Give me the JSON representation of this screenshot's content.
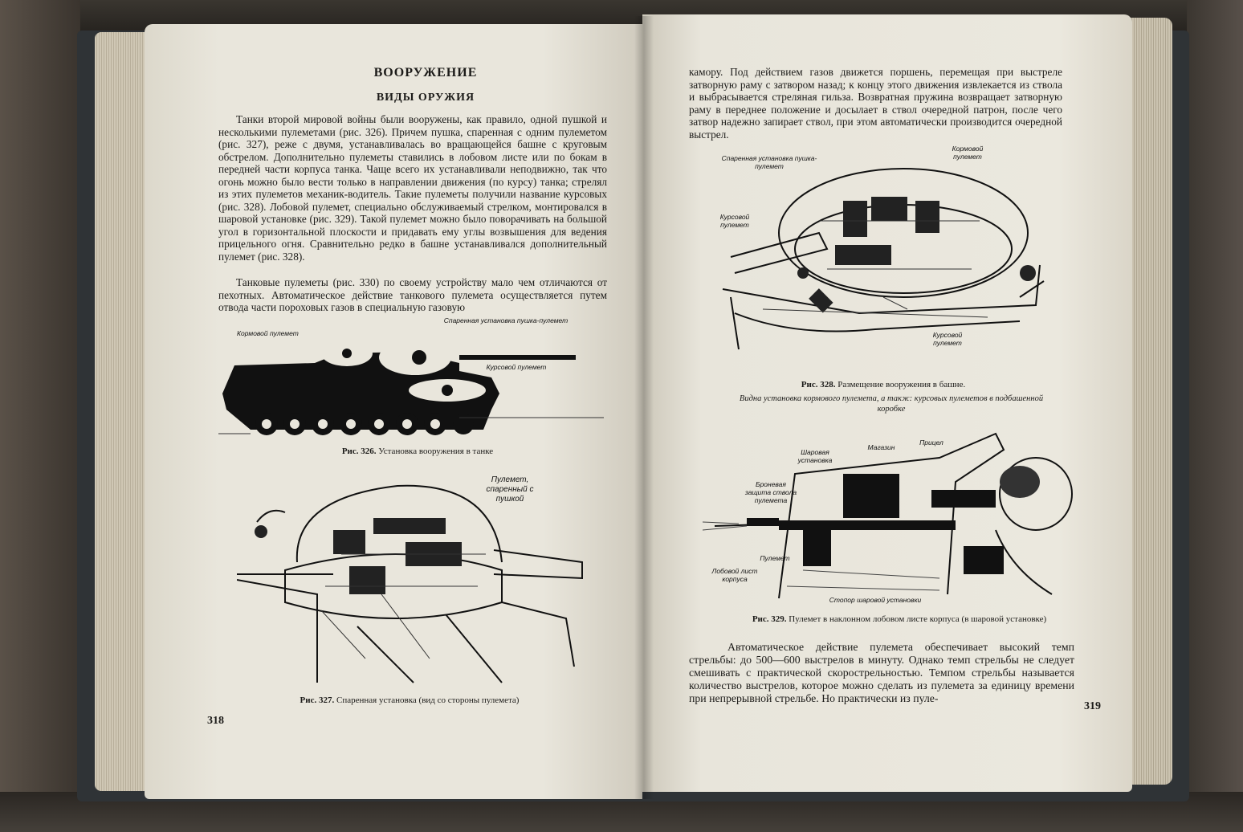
{
  "left_page": {
    "heading": "ВООРУЖЕНИЕ",
    "subheading": "ВИДЫ ОРУЖИЯ",
    "paragraph1": "Танки второй мировой войны были вооружены, как правило, одной пушкой и несколькими пулеметами (рис. 326). Причем пушка, спаренная с одним пулеметом (рис. 327), реже с двумя, устанавливалась во вращающейся башне с круговым обстрелом. Дополнительно пулеметы ставились в лобовом листе или по бокам в передней части корпуса танка. Чаще всего их устанавливали неподвижно, так что огонь можно было вести только в направлении движения (по курсу) танка; стрелял из этих пулеметов механик-водитель. Такие пулеметы получили название курсовых (рис. 328). Лобовой пулемет, специально обслуживаемый стрелком, монтировался в шаровой установке (рис. 329). Такой пулемет можно было поворачивать на большой угол в горизонтальной плоскости и придавать ему углы возвышения для ведения прицельного огня. Сравнительно редко в башне устанавливался дополнительный пулемет (рис. 328).",
    "paragraph2": "Танковые пулеметы (рис. 330) по своему устройству мало чем отличаются от пехотных. Автоматическое действие танкового пулемета осуществляется путем отвода части пороховых газов в специальную газовую",
    "fig326": {
      "labels": {
        "rear_mg": "Кормовой пулемет",
        "coaxial": "Спаренная установка пушка-пулемет",
        "bow_mg": "Курсовой пулемет"
      },
      "caption_num": "Рис. 326.",
      "caption_text": "Установка вооружения в танке"
    },
    "fig327": {
      "labels": {
        "coax_mg": "Пулемет, спаренный с пушкой"
      },
      "caption_num": "Рис. 327.",
      "caption_text": "Спаренная установка (вид со стороны пулемета)"
    },
    "page_number": "318"
  },
  "right_page": {
    "paragraph1": "камору. Под действием газов движется поршень, перемещая при выстреле затворную раму с затвором назад; к концу этого движения извлекается из ствола и выбрасывается стреляная гильза. Возвратная пружина возвращает затворную раму в переднее положение и досылает в ствол очередной патрон, после чего затвор надежно запирает ствол, при этом автоматически производится очередной выстрел.",
    "fig328": {
      "labels": {
        "coaxial": "Спаренная установка пушка-пулемет",
        "rear_mg": "Кормовой пулемет",
        "bow_mg_left": "Курсовой пулемет",
        "bow_mg_bottom": "Курсовой пулемет"
      },
      "caption_num": "Рис. 328.",
      "caption_text": "Размещение вооружения в башне.",
      "subcaption": "Видна установка кормового пулемета, а такж: курсовых пулеметов в подбашенной коробке"
    },
    "fig329": {
      "labels": {
        "ball_mount": "Шаровая установка",
        "magazine": "Магазин",
        "sight": "Прицел",
        "armor": "Броневая защита ствола пулемета",
        "mg": "Пулемет",
        "front_plate": "Лобовой лист корпуса",
        "stopper": "Стопор шаровой установки"
      },
      "caption_num": "Рис. 329.",
      "caption_text": "Пулемет в наклонном лобовом листе корпуса (в шаровой установке)"
    },
    "paragraph2": "Автоматическое действие пулемета обеспечивает высокий темп стрельбы: до 500—600 выстрелов в минуту. Однако темп стрельбы не следует смешивать с практической скорострельностью. Темпом стрельбы называется количество выстрелов, которое можно сделать из пулемета за единицу времени при непрерывной стрельбе. Но практически из пуле-",
    "page_number": "319"
  }
}
